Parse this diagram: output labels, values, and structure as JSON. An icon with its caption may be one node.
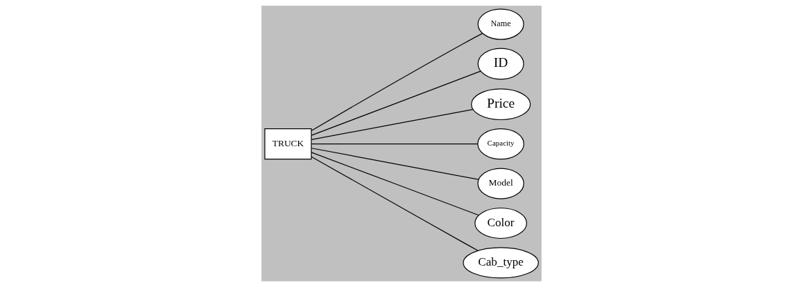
{
  "diagram": {
    "nodes": [
      {
        "text": [
          "Name"
        ]
      },
      {
        "text": [
          "ID"
        ]
      },
      {
        "text": [
          "Price"
        ]
      },
      {
        "text": [
          "Capacity"
        ]
      },
      {
        "text": [
          "Model"
        ]
      },
      {
        "text": [
          "Color"
        ]
      },
      {
        "text": [
          "TRUCK"
        ]
      },
      {
        "text": [
          "Cab_type"
        ]
      }
    ],
    "edges": [
      {
        "from": 6,
        "to": 0,
        "arrow": "none"
      },
      {
        "from": 6,
        "to": 1,
        "arrow": "none"
      },
      {
        "from": 6,
        "to": 2,
        "arrow": "none"
      },
      {
        "from": 6,
        "to": 3,
        "arrow": "none"
      },
      {
        "from": 6,
        "to": 4,
        "arrow": "none"
      },
      {
        "from": 6,
        "to": 5,
        "arrow": "none"
      },
      {
        "from": 6,
        "to": 7,
        "arrow": "none"
      }
    ]
  }
}
